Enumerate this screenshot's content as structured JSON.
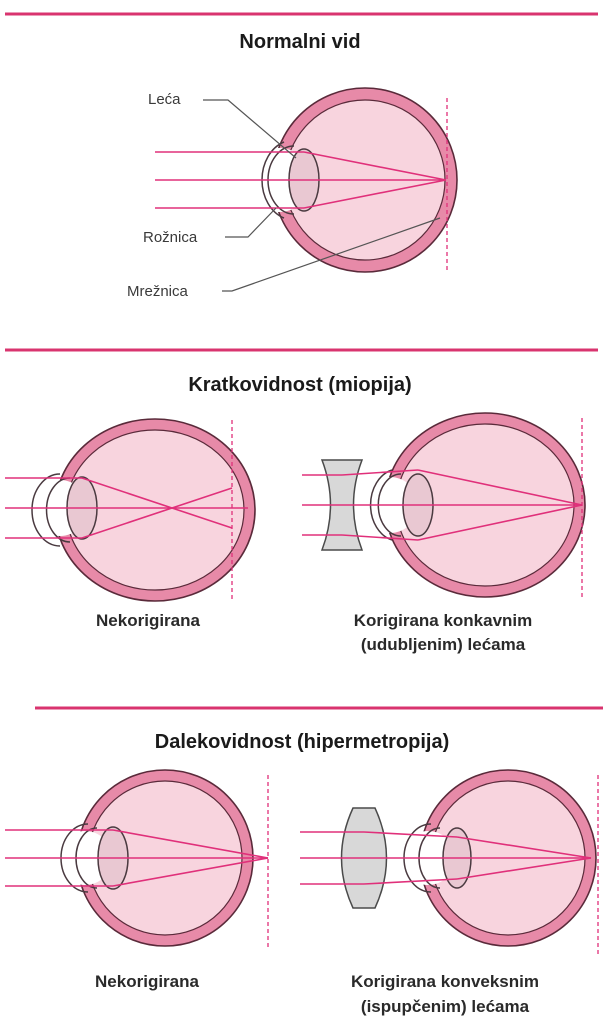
{
  "sections": [
    {
      "title": "Normalni vid",
      "labels": {
        "lens": "Leća",
        "cornea": "Rožnica",
        "retina": "Mrežnica"
      }
    },
    {
      "title": "Kratkovidnost (miopija)",
      "left_caption": "Nekorigirana",
      "right_caption_line1": "Korigirana konkavnim",
      "right_caption_line2": "(udubljenim) lećama"
    },
    {
      "title": "Dalekovidnost (hipermetropija)",
      "left_caption": "Nekorigirana",
      "right_caption_line1": "Korigirana konveksnim",
      "right_caption_line2": "(ispupčenim) lećama"
    }
  ],
  "colors": {
    "accent": "#d9346f",
    "ray": "#e0307a",
    "eye_outer": "#e78aa8",
    "eye_inner": "#f8d4de",
    "external_lens": "#d8d8d8"
  }
}
